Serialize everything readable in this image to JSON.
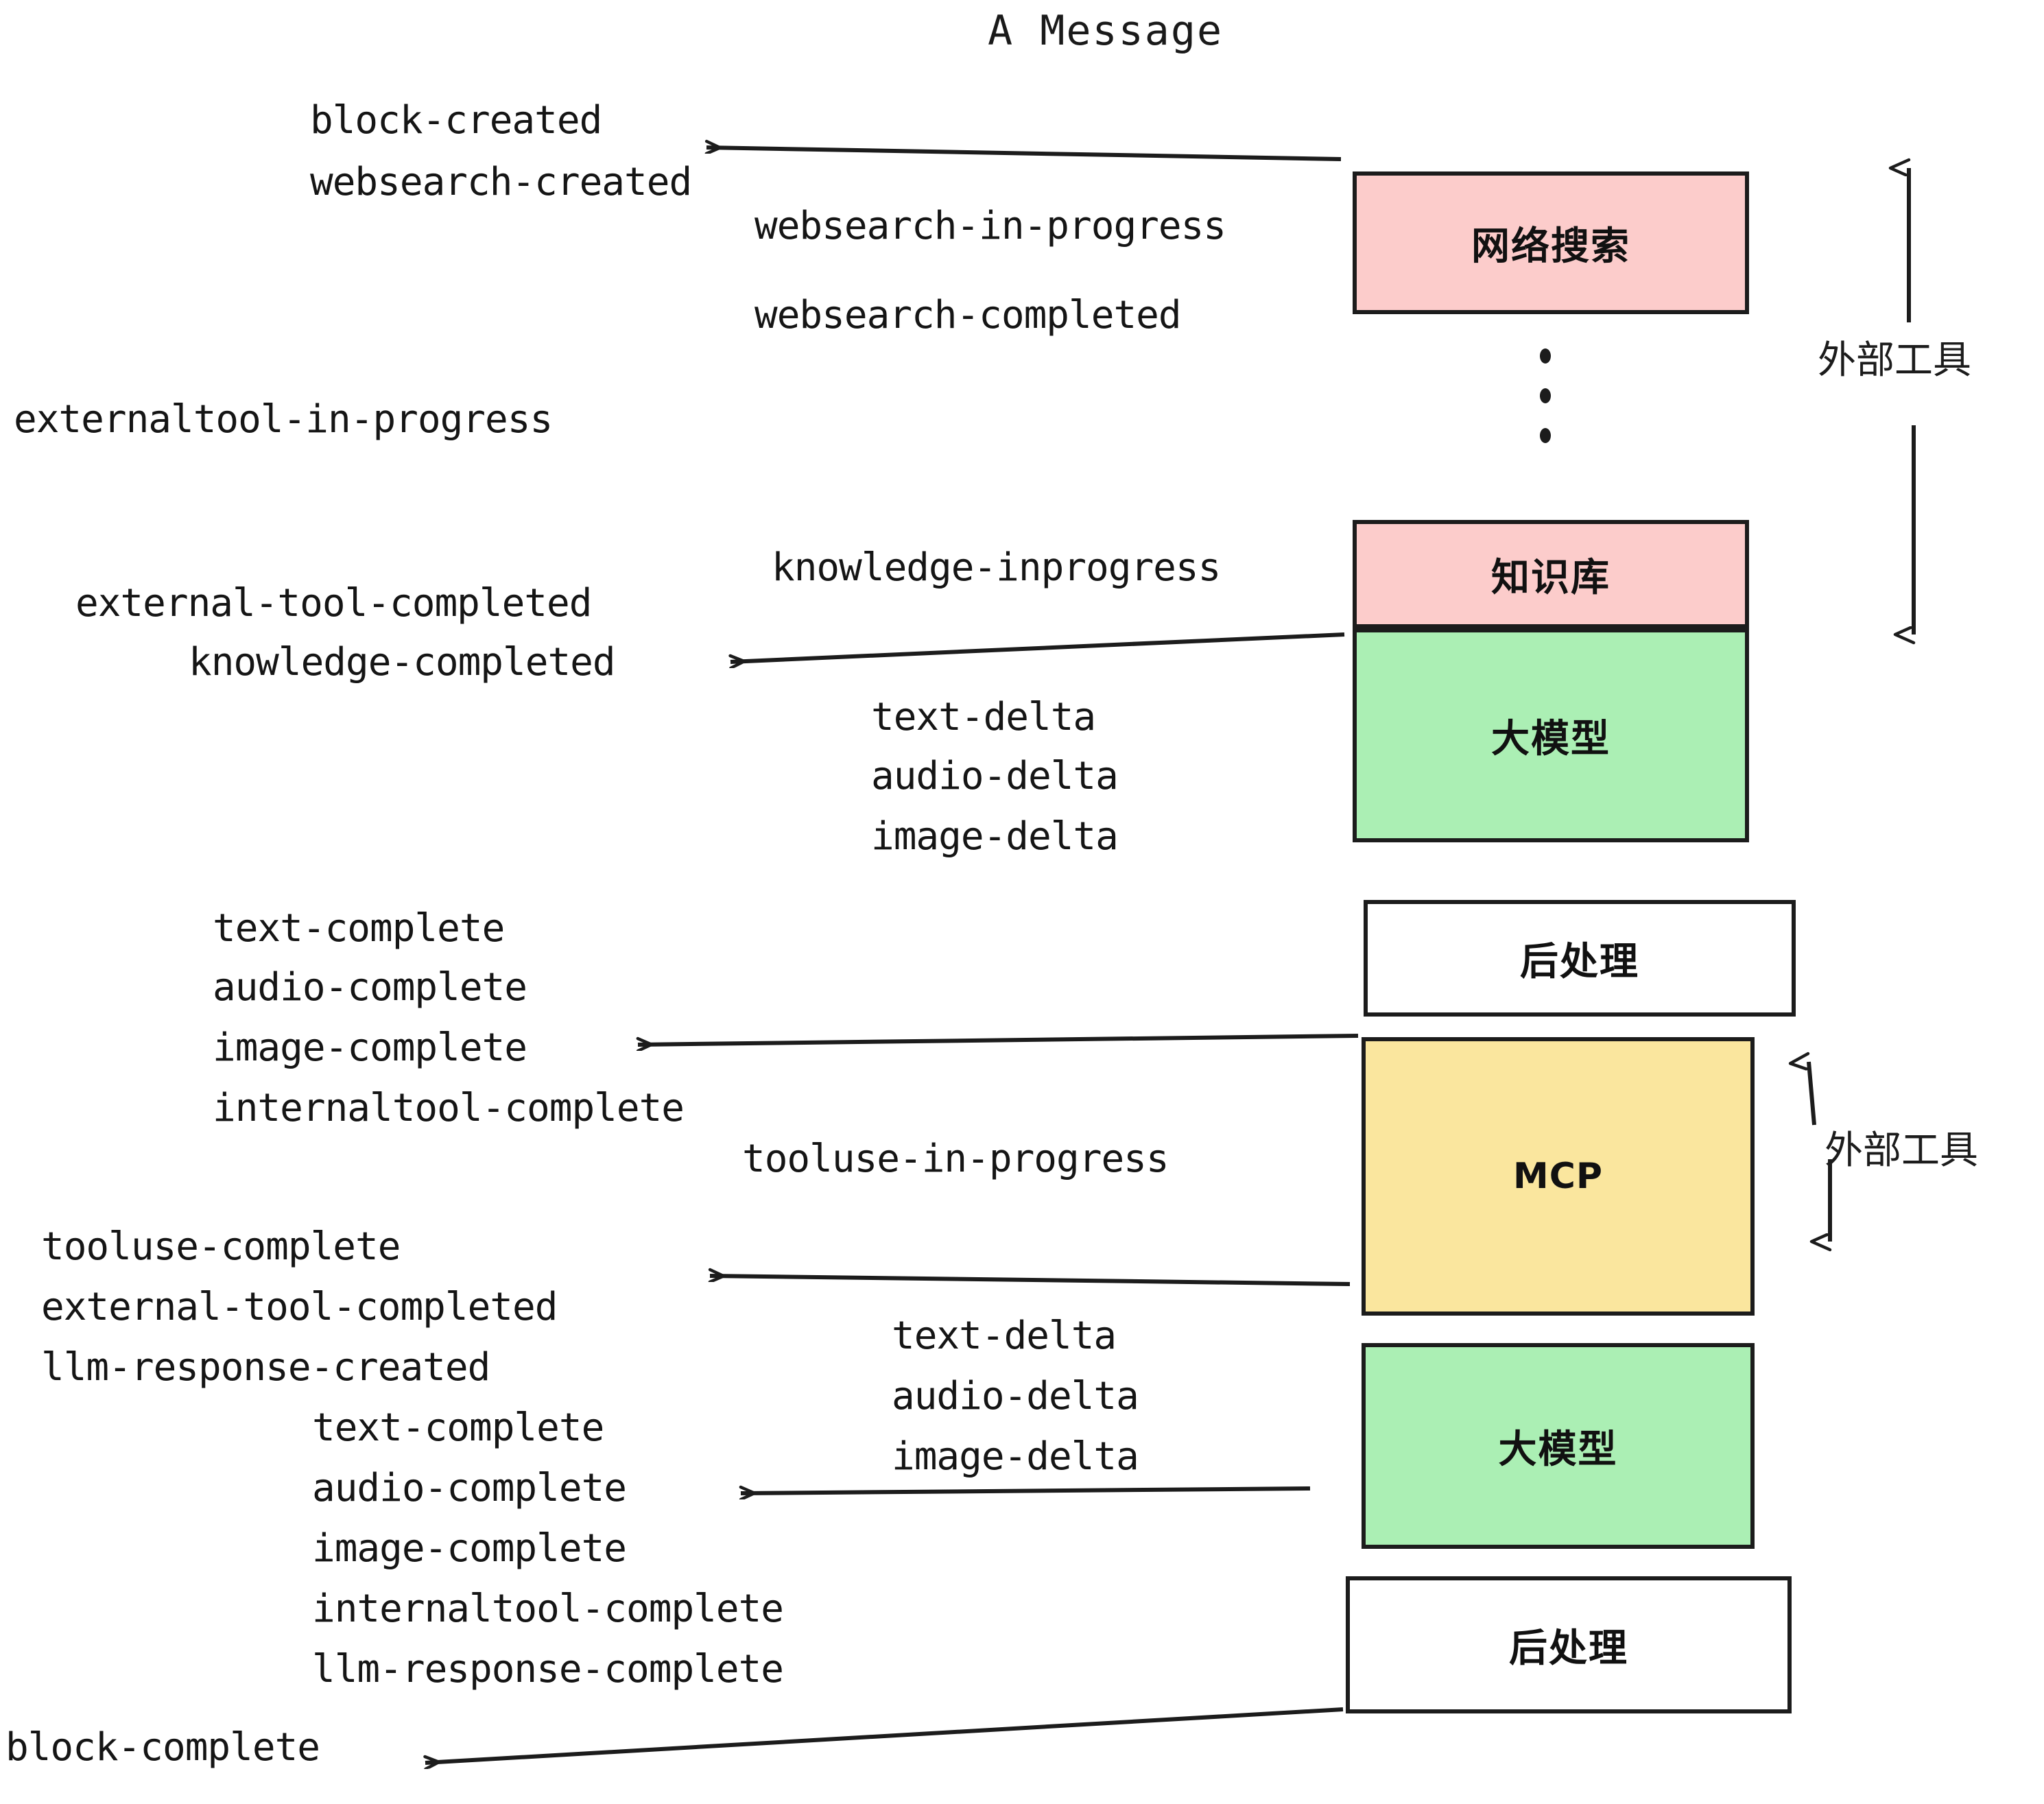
{
  "title": "A Message",
  "colors": {
    "pink": "#fccccb",
    "green": "#abefb4",
    "yellow": "#fae69e",
    "white": "#ffffff",
    "stroke": "#1c1c1c"
  },
  "nodes": [
    {
      "id": "websearch",
      "label": "网络搜索",
      "fill": "pink"
    },
    {
      "id": "knowledge",
      "label": "知识库",
      "fill": "pink"
    },
    {
      "id": "llm-1",
      "label": "大模型",
      "fill": "green"
    },
    {
      "id": "postprocess-1",
      "label": "后处理",
      "fill": "white"
    },
    {
      "id": "mcp",
      "label": "MCP",
      "fill": "yellow"
    },
    {
      "id": "llm-2",
      "label": "大模型",
      "fill": "green"
    },
    {
      "id": "postprocess-2",
      "label": "后处理",
      "fill": "white"
    }
  ],
  "group_labels": [
    {
      "id": "external-tools-top",
      "text": "外部工具"
    },
    {
      "id": "external-tools-bottom",
      "text": "外部工具"
    }
  ],
  "events": {
    "block_created": "block-created",
    "websearch_created": "websearch-created",
    "websearch_in_progress": "websearch-in-progress",
    "websearch_completed": "websearch-completed",
    "externaltool_in_progress": "externaltool-in-progress",
    "knowledge_inprogress": "knowledge-inprogress",
    "external_tool_completed_1": "external-tool-completed",
    "knowledge_completed": "knowledge-completed",
    "text_delta_1": "text-delta",
    "audio_delta_1": "audio-delta",
    "image_delta_1": "image-delta",
    "text_complete_1": "text-complete",
    "audio_complete_1": "audio-complete",
    "image_complete_1": "image-complete",
    "internaltool_complete_1": "internaltool-complete",
    "tooluse_in_progress": "tooluse-in-progress",
    "tooluse_complete": "tooluse-complete",
    "external_tool_completed_2": "external-tool-completed",
    "llm_response_created": "llm-response-created",
    "text_delta_2": "text-delta",
    "audio_delta_2": "audio-delta",
    "image_delta_2": "image-delta",
    "text_complete_2": "text-complete",
    "audio_complete_2": "audio-complete",
    "image_complete_2": "image-complete",
    "internaltool_complete_2": "internaltool-complete",
    "llm_response_complete": "llm-response-complete",
    "block_complete": "block-complete"
  }
}
